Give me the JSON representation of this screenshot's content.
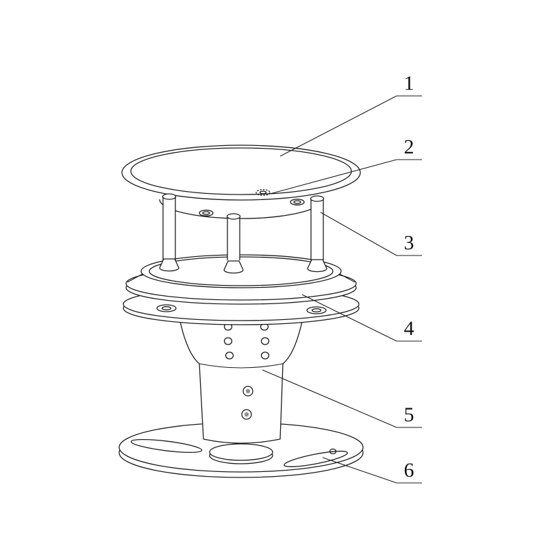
{
  "figure": {
    "background_color": "#ffffff",
    "line_color": "#1a1a1a",
    "text_color": "#111111"
  },
  "callouts": [
    {
      "label": "1"
    },
    {
      "label": "2"
    },
    {
      "label": "3"
    },
    {
      "label": "4"
    },
    {
      "label": "5"
    },
    {
      "label": "6"
    }
  ]
}
